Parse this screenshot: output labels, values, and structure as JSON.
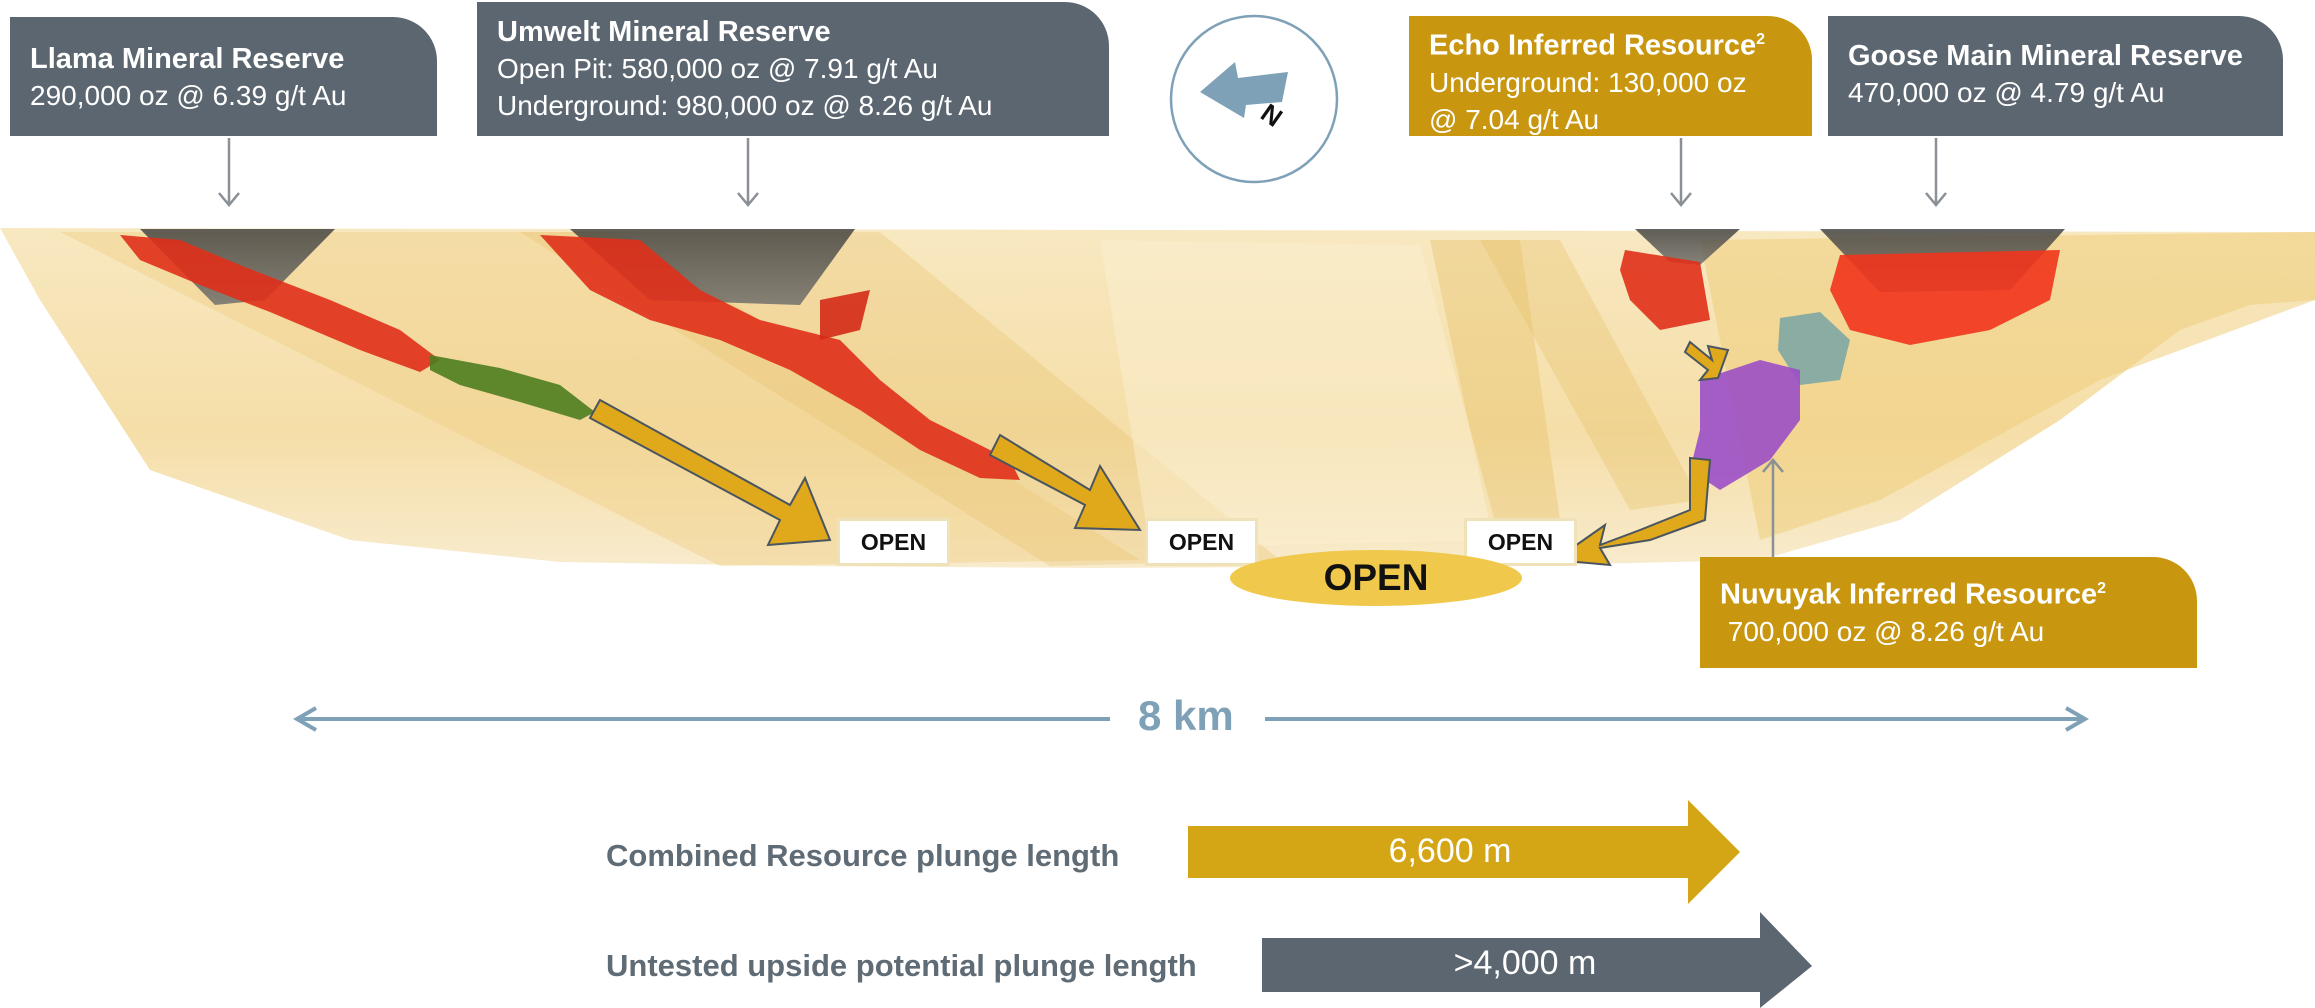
{
  "callouts": {
    "llama": {
      "title": "Llama Mineral Reserve",
      "line1": "290,000 oz @ 6.39 g/t Au"
    },
    "umwelt": {
      "title": "Umwelt Mineral Reserve",
      "line1": "Open Pit: 580,000 oz @ 7.91 g/t Au",
      "line2": "Underground: 980,000 oz @ 8.26 g/t Au"
    },
    "echo": {
      "title": "Echo Inferred Resource",
      "sup": "2",
      "line1": "Underground: 130,000 oz",
      "line2": "@ 7.04 g/t Au"
    },
    "goose": {
      "title": "Goose Main Mineral Reserve",
      "line1": "470,000 oz @ 4.79 g/t Au"
    },
    "nuvuyak": {
      "title": "Nuvuyak Inferred Resource",
      "sup": "2",
      "line1": " 700,000 oz @ 8.26 g/t Au"
    }
  },
  "north_arrow": {
    "label": "N"
  },
  "open_labels": [
    "OPEN",
    "OPEN",
    "OPEN"
  ],
  "open_main": "OPEN",
  "scale": {
    "label": "8 km"
  },
  "plunge": {
    "combined": {
      "label": "Combined Resource plunge length",
      "value": "6,600 m"
    },
    "untested": {
      "label": "Untested upside potential plunge length",
      "value": ">4,000 m"
    }
  },
  "colors": {
    "callout_grey": "#5b6670",
    "callout_gold": "#c8960f",
    "scale_blue": "#7fa1b8",
    "arrow_gold": "#d4a515",
    "arrow_grey": "#5b6670",
    "mineral_red": "#e0301a",
    "mineral_green": "#4e7d1f",
    "mineral_purple": "#9b4fc6",
    "mineral_teal": "#7ea7a4"
  }
}
